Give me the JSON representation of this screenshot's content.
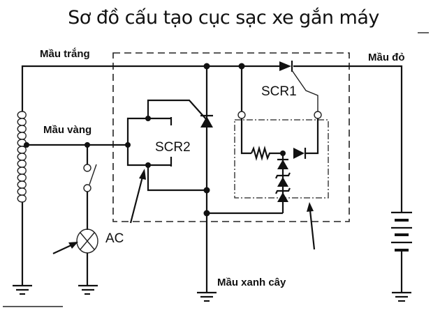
{
  "title": "Sơ đồ cấu tạo cục sạc xe gắn máy",
  "labels": {
    "white_wire": "Mầu trắng",
    "red_wire": "Mầu đỏ",
    "yellow_wire": "Mầu vàng",
    "green_wire": "Mầu xanh cây",
    "scr1": "SCR1",
    "scr2": "SCR2",
    "ac": "AC"
  }
}
